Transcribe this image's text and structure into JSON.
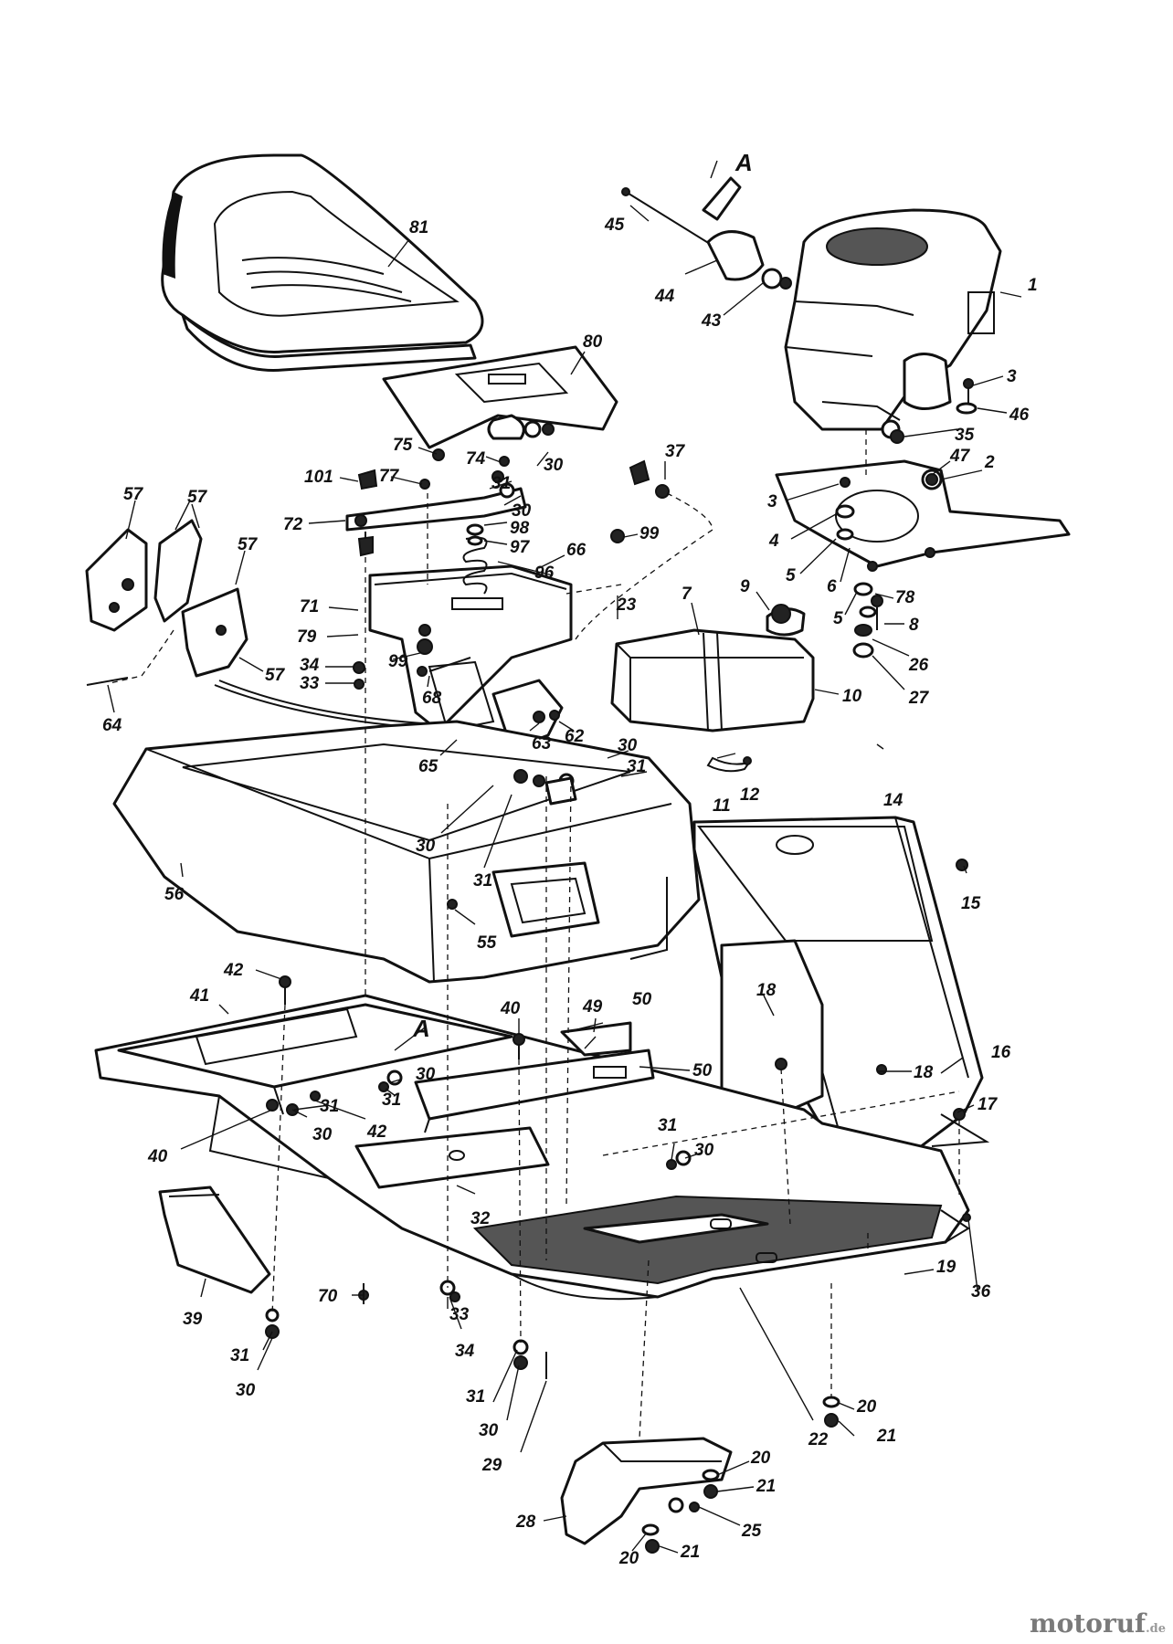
{
  "callouts": [
    {
      "id": "81",
      "text": "81"
    },
    {
      "id": "80",
      "text": "80"
    },
    {
      "id": "45",
      "text": "45"
    },
    {
      "id": "A-top",
      "text": "A"
    },
    {
      "id": "44",
      "text": "44"
    },
    {
      "id": "43",
      "text": "43"
    },
    {
      "id": "1",
      "text": "1"
    },
    {
      "id": "3a",
      "text": "3"
    },
    {
      "id": "46",
      "text": "46"
    },
    {
      "id": "35",
      "text": "35"
    },
    {
      "id": "47",
      "text": "47"
    },
    {
      "id": "2",
      "text": "2"
    },
    {
      "id": "3b",
      "text": "3"
    },
    {
      "id": "4",
      "text": "4"
    },
    {
      "id": "5a",
      "text": "5"
    },
    {
      "id": "6",
      "text": "6"
    },
    {
      "id": "5b",
      "text": "5"
    },
    {
      "id": "78",
      "text": "78"
    },
    {
      "id": "8",
      "text": "8"
    },
    {
      "id": "26",
      "text": "26"
    },
    {
      "id": "27",
      "text": "27"
    },
    {
      "id": "9",
      "text": "9"
    },
    {
      "id": "7",
      "text": "7"
    },
    {
      "id": "10",
      "text": "10"
    },
    {
      "id": "37",
      "text": "37"
    },
    {
      "id": "23",
      "text": "23"
    },
    {
      "id": "75",
      "text": "75"
    },
    {
      "id": "74",
      "text": "74"
    },
    {
      "id": "30a",
      "text": "30"
    },
    {
      "id": "101",
      "text": "101"
    },
    {
      "id": "77",
      "text": "77"
    },
    {
      "id": "31a",
      "text": "31"
    },
    {
      "id": "30b",
      "text": "30"
    },
    {
      "id": "98",
      "text": "98"
    },
    {
      "id": "97",
      "text": "97"
    },
    {
      "id": "72",
      "text": "72"
    },
    {
      "id": "99a",
      "text": "99"
    },
    {
      "id": "66",
      "text": "66"
    },
    {
      "id": "96",
      "text": "96"
    },
    {
      "id": "57a",
      "text": "57"
    },
    {
      "id": "57b",
      "text": "57"
    },
    {
      "id": "57c",
      "text": "57"
    },
    {
      "id": "57d",
      "text": "57"
    },
    {
      "id": "71",
      "text": "71"
    },
    {
      "id": "79",
      "text": "79"
    },
    {
      "id": "99b",
      "text": "99"
    },
    {
      "id": "34a",
      "text": "34"
    },
    {
      "id": "33a",
      "text": "33"
    },
    {
      "id": "68",
      "text": "68"
    },
    {
      "id": "64",
      "text": "64"
    },
    {
      "id": "63",
      "text": "63"
    },
    {
      "id": "62",
      "text": "62"
    },
    {
      "id": "65",
      "text": "65"
    },
    {
      "id": "30c",
      "text": "30"
    },
    {
      "id": "31b",
      "text": "31"
    },
    {
      "id": "11",
      "text": "11"
    },
    {
      "id": "12",
      "text": "12"
    },
    {
      "id": "14",
      "text": "14"
    },
    {
      "id": "15",
      "text": "15"
    },
    {
      "id": "30d",
      "text": "30"
    },
    {
      "id": "31c",
      "text": "31"
    },
    {
      "id": "56",
      "text": "56"
    },
    {
      "id": "55",
      "text": "55"
    },
    {
      "id": "42a",
      "text": "42"
    },
    {
      "id": "41",
      "text": "41"
    },
    {
      "id": "A-bottom",
      "text": "A"
    },
    {
      "id": "40a",
      "text": "40"
    },
    {
      "id": "49",
      "text": "49"
    },
    {
      "id": "50a",
      "text": "50"
    },
    {
      "id": "50b",
      "text": "50"
    },
    {
      "id": "18a",
      "text": "18"
    },
    {
      "id": "18b",
      "text": "18"
    },
    {
      "id": "16",
      "text": "16"
    },
    {
      "id": "17",
      "text": "17"
    },
    {
      "id": "30e",
      "text": "30"
    },
    {
      "id": "31d",
      "text": "31"
    },
    {
      "id": "31e",
      "text": "31"
    },
    {
      "id": "42b",
      "text": "42"
    },
    {
      "id": "40b",
      "text": "40"
    },
    {
      "id": "30f",
      "text": "30"
    },
    {
      "id": "31f",
      "text": "31"
    },
    {
      "id": "30g",
      "text": "30"
    },
    {
      "id": "32",
      "text": "32"
    },
    {
      "id": "19",
      "text": "19"
    },
    {
      "id": "36",
      "text": "36"
    },
    {
      "id": "70",
      "text": "70"
    },
    {
      "id": "33b",
      "text": "33"
    },
    {
      "id": "34b",
      "text": "34"
    },
    {
      "id": "39",
      "text": "39"
    },
    {
      "id": "31g",
      "text": "31"
    },
    {
      "id": "30h",
      "text": "30"
    },
    {
      "id": "31h",
      "text": "31"
    },
    {
      "id": "30i",
      "text": "30"
    },
    {
      "id": "29",
      "text": "29"
    },
    {
      "id": "22",
      "text": "22"
    },
    {
      "id": "20a",
      "text": "20"
    },
    {
      "id": "21a",
      "text": "21"
    },
    {
      "id": "20b",
      "text": "20"
    },
    {
      "id": "21b",
      "text": "21"
    },
    {
      "id": "25",
      "text": "25"
    },
    {
      "id": "28",
      "text": "28"
    },
    {
      "id": "20c",
      "text": "20"
    },
    {
      "id": "21c",
      "text": "21"
    }
  ],
  "watermark": {
    "brand": "motoruf",
    "tld": ".de"
  }
}
